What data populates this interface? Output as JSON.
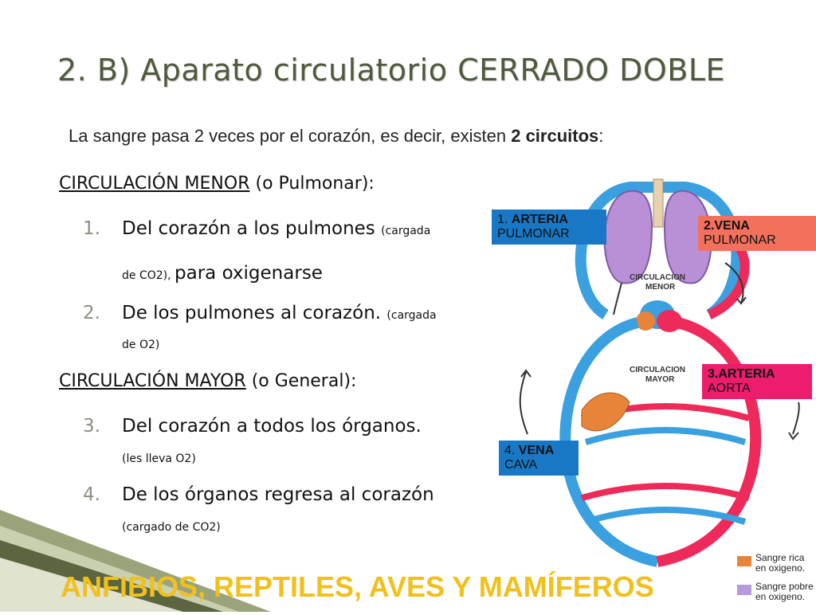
{
  "title": "2. B) Aparato circulatorio CERRADO DOBLE",
  "intro": {
    "text_before": "La sangre pasa 2 veces por el corazón, es decir, existen ",
    "bold": "2 circuitos",
    "text_after": ":"
  },
  "menor": {
    "heading": "CIRCULACIÓN MENOR",
    "heading_note": " (o Pulmonar):",
    "items": [
      {
        "num": "1.",
        "text": "Del corazón a los pulmones ",
        "note": "(cargada",
        "sub_note": "de CO2), ",
        "sub_text": "para oxigenarse"
      },
      {
        "num": "2.",
        "text": "De los pulmones al corazón. ",
        "note": "(cargada",
        "sub_note": "de O2)"
      }
    ]
  },
  "mayor": {
    "heading": "CIRCULACIÓN MAYOR",
    "heading_note": " (o General):",
    "items": [
      {
        "num": "3.",
        "text": "Del corazón a todos los órganos.",
        "sub_note": "(les lleva O2)"
      },
      {
        "num": "4.",
        "text": "De los órganos regresa al corazón",
        "sub_note": "(cargado de CO2)"
      }
    ]
  },
  "diagram": {
    "circ_menor": [
      "CIRCULACION",
      "MENOR"
    ],
    "circ_mayor": [
      "CIRCULACION",
      "MAYOR"
    ],
    "labels": [
      {
        "prefix": "1. ",
        "bold": "ARTERIA",
        "line2": "PULMONAR"
      },
      {
        "prefix": "",
        "bold": "2.VENA",
        "line2": "PULMONAR"
      },
      {
        "prefix": "",
        "bold": "3.ARTERIA",
        "line2": "AORTA"
      },
      {
        "prefix": "4. ",
        "bold": "VENA",
        "line2": "CAVA"
      }
    ],
    "legend": [
      {
        "line1": "Sangre rica",
        "line2": "en oxigeno.",
        "color": "#e8843a"
      },
      {
        "line1": "Sangre pobre",
        "line2": "en oxigeno.",
        "color": "#b79ad9"
      }
    ]
  },
  "footer": "ANFIBIOS, REPTILES, AVES Y MAMÍFEROS",
  "colors": {
    "oxygen_rich": "#ee2a5a",
    "oxygen_poor": "#3aa0e0",
    "lungs": "#b98fd6",
    "label_blue": "#1978c6",
    "label_salmon": "#f2705c",
    "label_pink": "#ee1c6c",
    "footer": "#f2c01c"
  }
}
